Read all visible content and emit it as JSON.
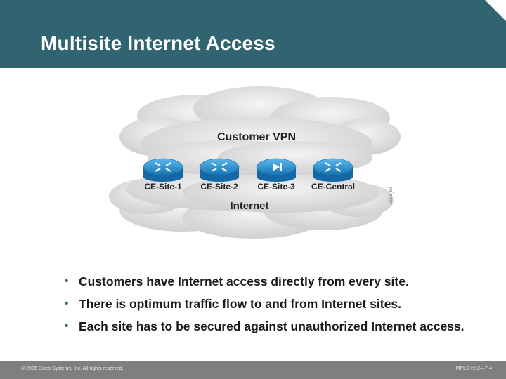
{
  "title": "Multisite Internet Access",
  "diagram": {
    "vpn_label": "Customer VPN",
    "internet_label": "Internet",
    "routers": [
      {
        "label": "CE-Site-1"
      },
      {
        "label": "CE-Site-2"
      },
      {
        "label": "CE-Site-3"
      },
      {
        "label": "CE-Central"
      }
    ],
    "figure_id": "2003_89"
  },
  "bullets": [
    "Customers have Internet access directly from every site.",
    "There is optimum traffic flow to and from Internet sites.",
    "Each site has to be secured against unauthorized Internet access."
  ],
  "footer": {
    "copyright": "© 2006 Cisco Systems, Inc. All rights reserved.",
    "course_code": "MPLS v2.2—7-4"
  },
  "colors": {
    "header": "#2f6470",
    "router": "#1f8fd0",
    "footer": "#7f7f7f"
  }
}
